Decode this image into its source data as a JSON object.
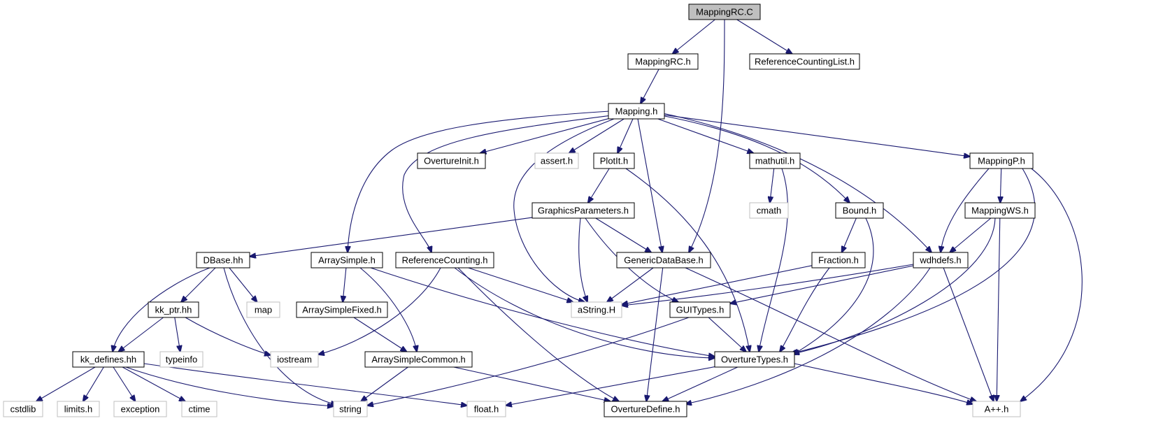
{
  "colors": {
    "edge": "#191970",
    "node_border": "#000000",
    "external_border": "#bfbfbf",
    "root_fill": "#bfbfbf",
    "node_fill": "#ffffff",
    "text": "#000000"
  },
  "nodes": [
    {
      "id": "MappingRC.C",
      "label": "MappingRC.C",
      "kind": "root"
    },
    {
      "id": "MappingRC.h",
      "label": "MappingRC.h",
      "kind": "file"
    },
    {
      "id": "ReferenceCountingList.h",
      "label": "ReferenceCountingList.h",
      "kind": "file"
    },
    {
      "id": "Mapping.h",
      "label": "Mapping.h",
      "kind": "file"
    },
    {
      "id": "OvertureInit.h",
      "label": "OvertureInit.h",
      "kind": "file"
    },
    {
      "id": "assert.h",
      "label": "assert.h",
      "kind": "external"
    },
    {
      "id": "PlotIt.h",
      "label": "PlotIt.h",
      "kind": "file"
    },
    {
      "id": "mathutil.h",
      "label": "mathutil.h",
      "kind": "file"
    },
    {
      "id": "MappingP.h",
      "label": "MappingP.h",
      "kind": "file"
    },
    {
      "id": "GraphicsParameters.h",
      "label": "GraphicsParameters.h",
      "kind": "file"
    },
    {
      "id": "cmath",
      "label": "cmath",
      "kind": "external"
    },
    {
      "id": "Bound.h",
      "label": "Bound.h",
      "kind": "file"
    },
    {
      "id": "MappingWS.h",
      "label": "MappingWS.h",
      "kind": "file"
    },
    {
      "id": "DBase.hh",
      "label": "DBase.hh",
      "kind": "file"
    },
    {
      "id": "ArraySimple.h",
      "label": "ArraySimple.h",
      "kind": "file"
    },
    {
      "id": "ReferenceCounting.h",
      "label": "ReferenceCounting.h",
      "kind": "file"
    },
    {
      "id": "GenericDataBase.h",
      "label": "GenericDataBase.h",
      "kind": "file"
    },
    {
      "id": "Fraction.h",
      "label": "Fraction.h",
      "kind": "file"
    },
    {
      "id": "wdhdefs.h",
      "label": "wdhdefs.h",
      "kind": "file"
    },
    {
      "id": "kk_ptr.hh",
      "label": "kk_ptr.hh",
      "kind": "file"
    },
    {
      "id": "map",
      "label": "map",
      "kind": "external"
    },
    {
      "id": "ArraySimpleFixed.h",
      "label": "ArraySimpleFixed.h",
      "kind": "file"
    },
    {
      "id": "aString.H",
      "label": "aString.H",
      "kind": "external"
    },
    {
      "id": "GUITypes.h",
      "label": "GUITypes.h",
      "kind": "file"
    },
    {
      "id": "kk_defines.hh",
      "label": "kk_defines.hh",
      "kind": "file"
    },
    {
      "id": "typeinfo",
      "label": "typeinfo",
      "kind": "external"
    },
    {
      "id": "iostream",
      "label": "iostream",
      "kind": "external"
    },
    {
      "id": "ArraySimpleCommon.h",
      "label": "ArraySimpleCommon.h",
      "kind": "file"
    },
    {
      "id": "OvertureTypes.h",
      "label": "OvertureTypes.h",
      "kind": "file"
    },
    {
      "id": "cstdlib",
      "label": "cstdlib",
      "kind": "external"
    },
    {
      "id": "limits.h",
      "label": "limits.h",
      "kind": "external"
    },
    {
      "id": "exception",
      "label": "exception",
      "kind": "external"
    },
    {
      "id": "ctime",
      "label": "ctime",
      "kind": "external"
    },
    {
      "id": "string",
      "label": "string",
      "kind": "external"
    },
    {
      "id": "float.h",
      "label": "float.h",
      "kind": "external"
    },
    {
      "id": "OvertureDefine.h",
      "label": "OvertureDefine.h",
      "kind": "file"
    },
    {
      "id": "A++.h",
      "label": "A++.h",
      "kind": "external"
    }
  ],
  "edges": [
    {
      "from": "MappingRC.C",
      "to": "MappingRC.h"
    },
    {
      "from": "MappingRC.C",
      "to": "ReferenceCountingList.h"
    },
    {
      "from": "MappingRC.C",
      "to": "GenericDataBase.h"
    },
    {
      "from": "MappingRC.h",
      "to": "Mapping.h"
    },
    {
      "from": "Mapping.h",
      "to": "OvertureInit.h"
    },
    {
      "from": "Mapping.h",
      "to": "assert.h"
    },
    {
      "from": "Mapping.h",
      "to": "PlotIt.h"
    },
    {
      "from": "Mapping.h",
      "to": "mathutil.h"
    },
    {
      "from": "Mapping.h",
      "to": "MappingP.h"
    },
    {
      "from": "Mapping.h",
      "to": "ArraySimple.h"
    },
    {
      "from": "Mapping.h",
      "to": "ReferenceCounting.h"
    },
    {
      "from": "Mapping.h",
      "to": "aString.H"
    },
    {
      "from": "Mapping.h",
      "to": "GenericDataBase.h"
    },
    {
      "from": "Mapping.h",
      "to": "Bound.h"
    },
    {
      "from": "Mapping.h",
      "to": "wdhdefs.h"
    },
    {
      "from": "PlotIt.h",
      "to": "GraphicsParameters.h"
    },
    {
      "from": "PlotIt.h",
      "to": "OvertureTypes.h"
    },
    {
      "from": "mathutil.h",
      "to": "cmath"
    },
    {
      "from": "mathutil.h",
      "to": "OvertureTypes.h"
    },
    {
      "from": "GraphicsParameters.h",
      "to": "DBase.hh"
    },
    {
      "from": "GraphicsParameters.h",
      "to": "GenericDataBase.h"
    },
    {
      "from": "GraphicsParameters.h",
      "to": "aString.H"
    },
    {
      "from": "GraphicsParameters.h",
      "to": "GUITypes.h"
    },
    {
      "from": "MappingP.h",
      "to": "MappingWS.h"
    },
    {
      "from": "MappingP.h",
      "to": "wdhdefs.h"
    },
    {
      "from": "MappingP.h",
      "to": "OvertureTypes.h"
    },
    {
      "from": "MappingP.h",
      "to": "A++.h"
    },
    {
      "from": "MappingWS.h",
      "to": "wdhdefs.h"
    },
    {
      "from": "MappingWS.h",
      "to": "OvertureTypes.h"
    },
    {
      "from": "MappingWS.h",
      "to": "A++.h"
    },
    {
      "from": "Bound.h",
      "to": "Fraction.h"
    },
    {
      "from": "Bound.h",
      "to": "OvertureTypes.h"
    },
    {
      "from": "Fraction.h",
      "to": "aString.H"
    },
    {
      "from": "Fraction.h",
      "to": "OvertureTypes.h"
    },
    {
      "from": "wdhdefs.h",
      "to": "aString.H"
    },
    {
      "from": "wdhdefs.h",
      "to": "GUITypes.h"
    },
    {
      "from": "wdhdefs.h",
      "to": "OvertureDefine.h"
    },
    {
      "from": "wdhdefs.h",
      "to": "A++.h"
    },
    {
      "from": "GenericDataBase.h",
      "to": "aString.H"
    },
    {
      "from": "GenericDataBase.h",
      "to": "OvertureDefine.h"
    },
    {
      "from": "GenericDataBase.h",
      "to": "A++.h"
    },
    {
      "from": "DBase.hh",
      "to": "kk_ptr.hh"
    },
    {
      "from": "DBase.hh",
      "to": "map"
    },
    {
      "from": "DBase.hh",
      "to": "kk_defines.hh"
    },
    {
      "from": "DBase.hh",
      "to": "string"
    },
    {
      "from": "kk_ptr.hh",
      "to": "kk_defines.hh"
    },
    {
      "from": "kk_ptr.hh",
      "to": "typeinfo"
    },
    {
      "from": "kk_ptr.hh",
      "to": "iostream"
    },
    {
      "from": "ArraySimple.h",
      "to": "ArraySimpleFixed.h"
    },
    {
      "from": "ArraySimple.h",
      "to": "ArraySimpleCommon.h"
    },
    {
      "from": "ArraySimple.h",
      "to": "OvertureTypes.h"
    },
    {
      "from": "ArraySimpleFixed.h",
      "to": "ArraySimpleCommon.h"
    },
    {
      "from": "ReferenceCounting.h",
      "to": "iostream"
    },
    {
      "from": "ReferenceCounting.h",
      "to": "aString.H"
    },
    {
      "from": "ReferenceCounting.h",
      "to": "OvertureTypes.h"
    },
    {
      "from": "ReferenceCounting.h",
      "to": "OvertureDefine.h"
    },
    {
      "from": "GUITypes.h",
      "to": "OvertureTypes.h"
    },
    {
      "from": "GUITypes.h",
      "to": "string"
    },
    {
      "from": "kk_defines.hh",
      "to": "cstdlib"
    },
    {
      "from": "kk_defines.hh",
      "to": "limits.h"
    },
    {
      "from": "kk_defines.hh",
      "to": "exception"
    },
    {
      "from": "kk_defines.hh",
      "to": "ctime"
    },
    {
      "from": "kk_defines.hh",
      "to": "string"
    },
    {
      "from": "kk_defines.hh",
      "to": "float.h"
    },
    {
      "from": "ArraySimpleCommon.h",
      "to": "string"
    },
    {
      "from": "ArraySimpleCommon.h",
      "to": "OvertureDefine.h"
    },
    {
      "from": "OvertureTypes.h",
      "to": "float.h"
    },
    {
      "from": "OvertureTypes.h",
      "to": "OvertureDefine.h"
    },
    {
      "from": "OvertureTypes.h",
      "to": "A++.h"
    }
  ]
}
